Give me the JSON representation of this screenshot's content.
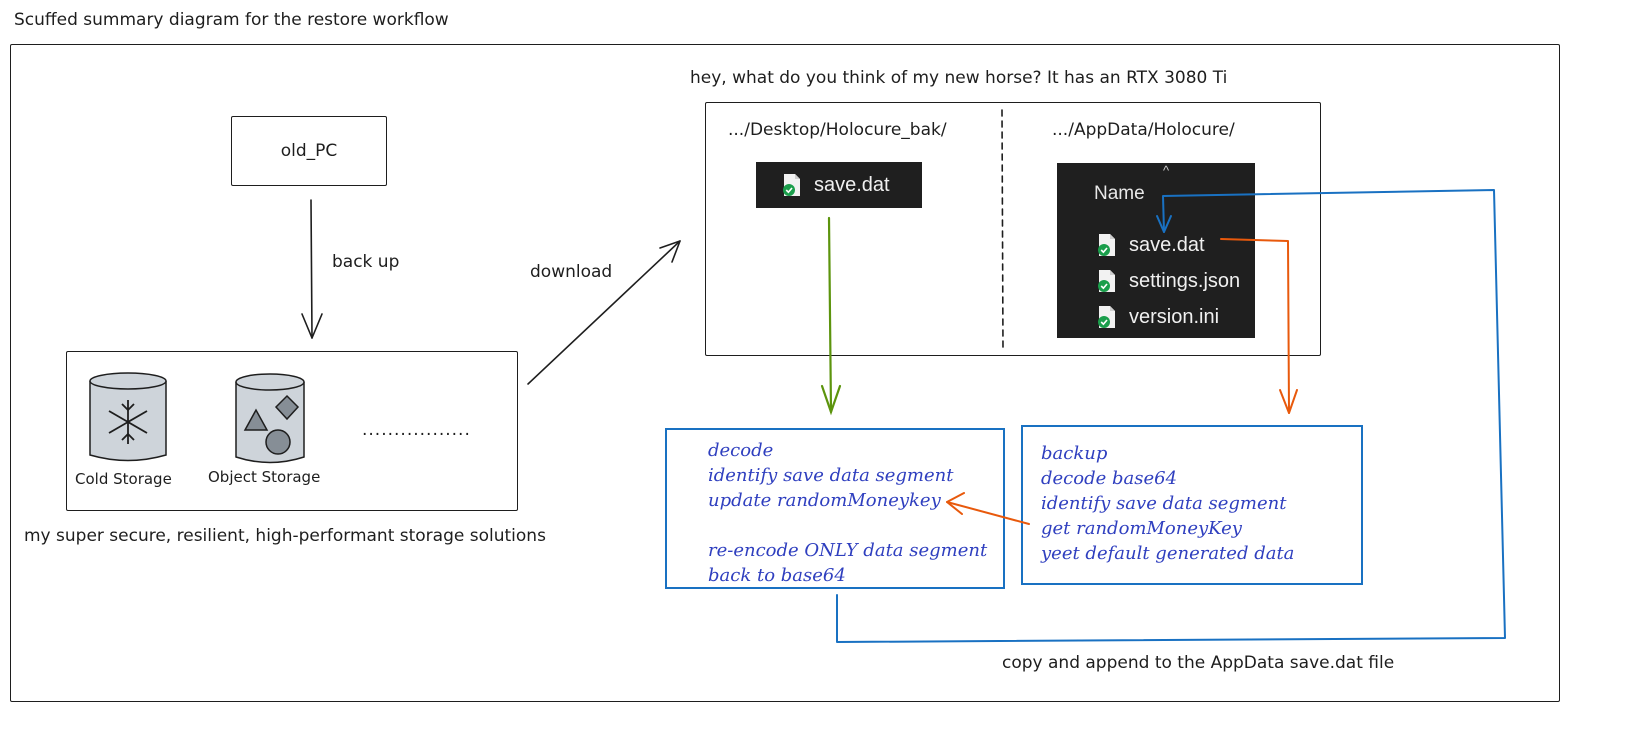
{
  "title": "Scuffed summary diagram for the restore workflow",
  "nodes": {
    "old_pc": "old_PC",
    "storage_caption": "my super secure, resilient, high-performant storage solutions",
    "cold_storage": "Cold Storage",
    "object_storage": "Object Storage",
    "ellipsis": ".................",
    "new_pc_caption": "hey, what do you think of my new horse? It has an RTX 3080 Ti",
    "desktop_path": ".../Desktop/Holocure_bak/",
    "appdata_path": ".../AppData/Holocure/"
  },
  "edges": {
    "back_up": "back up",
    "download": "download",
    "copy_append": "copy and append to the AppData save.dat file"
  },
  "desktop_file": {
    "name": "save.dat",
    "icon": "file-sync-icon"
  },
  "appdata_explorer": {
    "column_header": "Name",
    "sort_glyph": "^",
    "files": [
      {
        "name": "save.dat",
        "icon": "file-sync-icon"
      },
      {
        "name": "settings.json",
        "icon": "file-sync-icon"
      },
      {
        "name": "version.ini",
        "icon": "file-sync-icon"
      }
    ]
  },
  "left_steps": {
    "lines": [
      "decode",
      "identify save data segment",
      "update randomMoneykey",
      "",
      "re-encode ONLY data segment",
      "back to base64"
    ]
  },
  "right_steps": {
    "lines": [
      "backup",
      "decode base64",
      "identify save data segment",
      "get randomMoneyKey",
      "yeet default generated data"
    ]
  },
  "colors": {
    "stroke": "#1e1e1e",
    "blue_box": "#1971c2",
    "blue_text": "#2f3fbf",
    "green_arrow": "#5c940d",
    "orange_arrow": "#e8590c",
    "explorer_bg": "#1f1f1f",
    "storage_fill": "#ced4da"
  }
}
